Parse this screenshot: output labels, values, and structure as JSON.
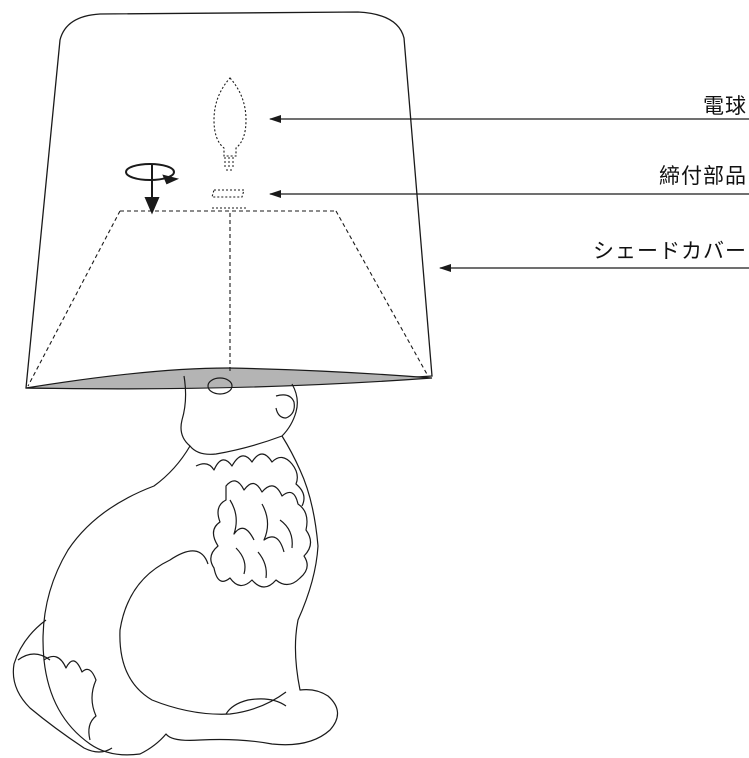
{
  "labels": {
    "bulb": "電球",
    "fastener": "締付部品",
    "shade_cover": "シェードカバー"
  },
  "colors": {
    "line": "#1a1a1a",
    "shade_inner": "#b4b4b4",
    "background": "#ffffff"
  },
  "icons": {
    "rotate": "rotate-clockwise-arrow-icon"
  }
}
